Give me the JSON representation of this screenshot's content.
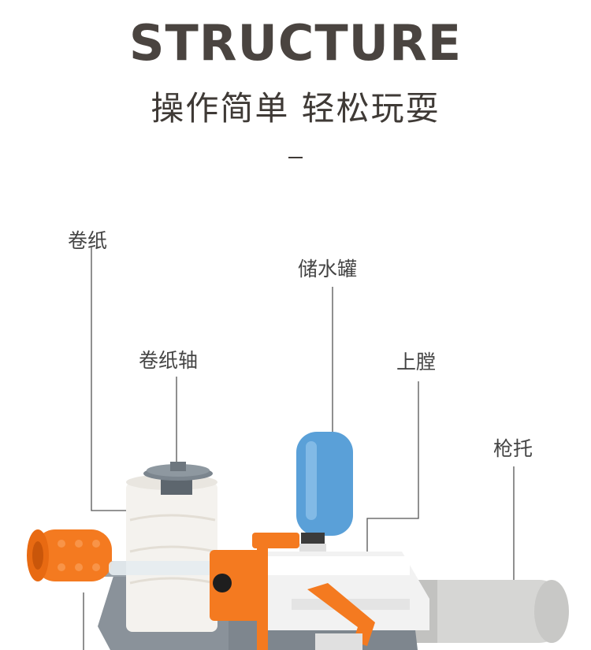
{
  "header": {
    "title": "STRUCTURE",
    "subtitle": "操作简单 轻松玩耍",
    "divider": "–"
  },
  "labels": {
    "roll_paper": "卷纸",
    "water_tank": "储水罐",
    "paper_axis": "卷纸轴",
    "upper_chamber": "上膛",
    "stock": "枪托"
  },
  "colors": {
    "orange": "#f47a20",
    "tank_blue": "#5aa0d8",
    "grey": "#8a929a",
    "paper": "#f4f2ee",
    "stock_grey": "#d6d6d4",
    "text": "#444444"
  }
}
